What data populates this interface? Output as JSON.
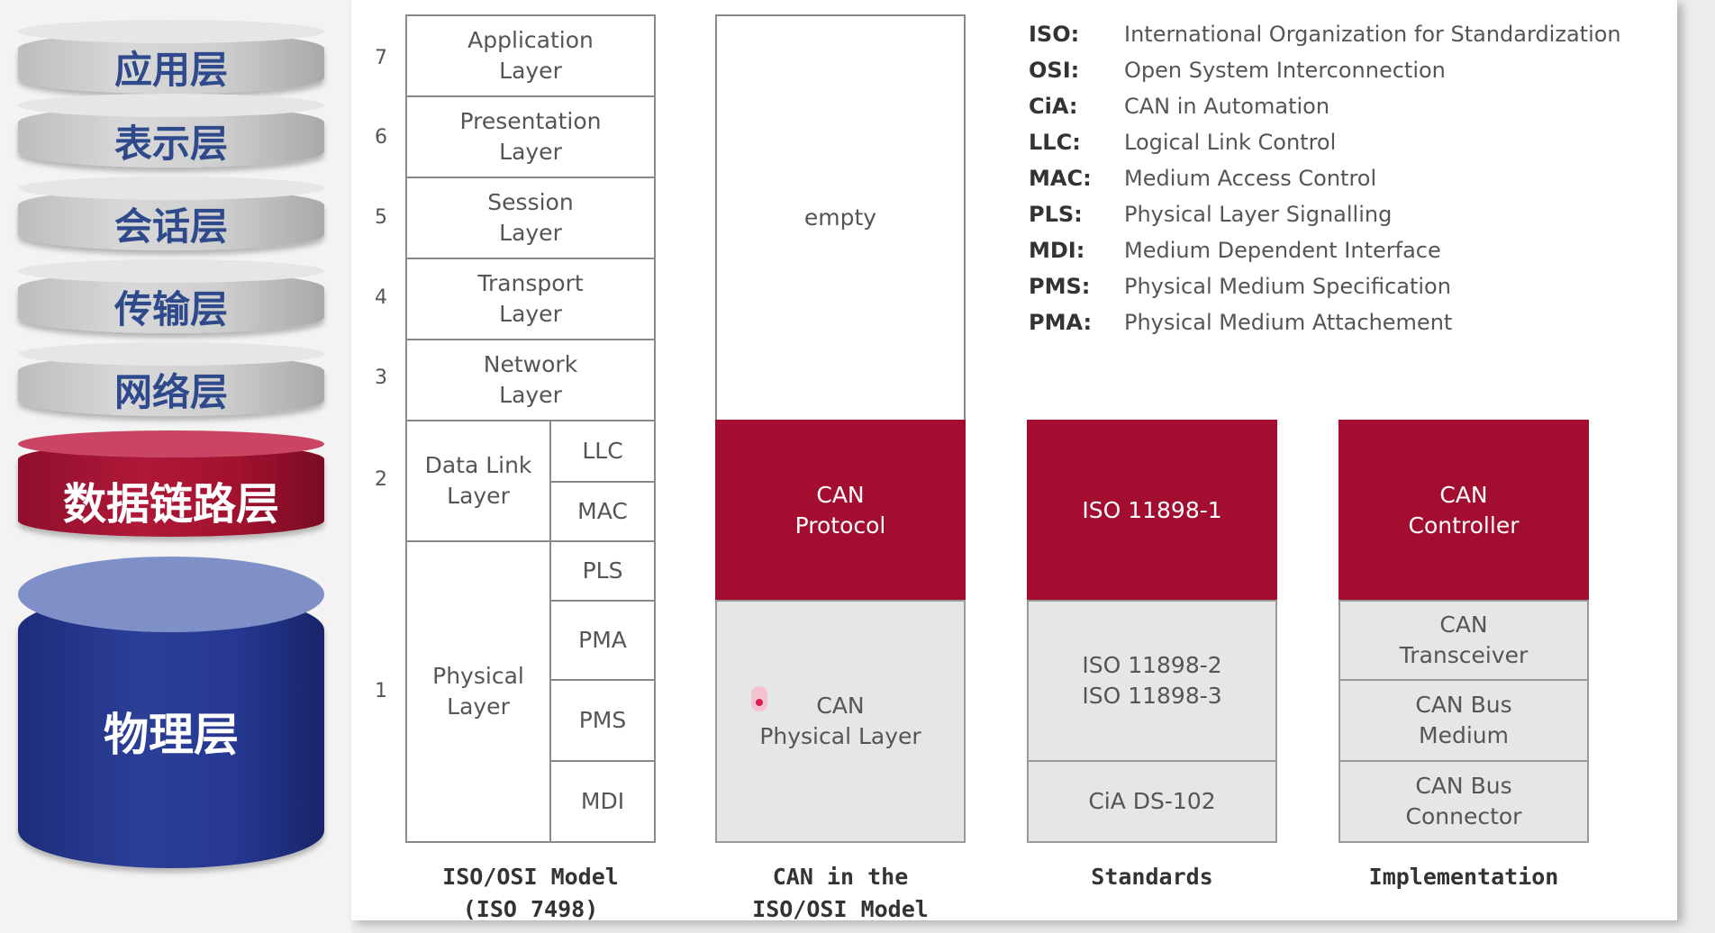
{
  "left_stack": [
    {
      "label": "应用层"
    },
    {
      "label": "表示层"
    },
    {
      "label": "会话层"
    },
    {
      "label": "传输层"
    },
    {
      "label": "网络层"
    },
    {
      "label": "数据链路层",
      "highlight": "#a30d2f"
    },
    {
      "label": "物理层",
      "color": "#2c3f97"
    }
  ],
  "osi": {
    "numbers": [
      "7",
      "6",
      "5",
      "4",
      "3",
      "2",
      "1"
    ],
    "layers": [
      "Application\nLayer",
      "Presentation\nLayer",
      "Session\nLayer",
      "Transport\nLayer",
      "Network\nLayer"
    ],
    "data_link": "Data Link\nLayer",
    "llc": "LLC",
    "mac": "MAC",
    "physical": "Physical\nLayer",
    "pls": "PLS",
    "pma": "PMA",
    "pms": "PMS",
    "mdi": "MDI",
    "caption": "ISO/OSI Model\n(ISO 7498)"
  },
  "can_column": {
    "empty": "empty",
    "protocol": "CAN\nProtocol",
    "physical": "CAN\nPhysical Layer",
    "caption": "CAN in the\nISO/OSI Model"
  },
  "standards": {
    "top": "ISO 11898-1",
    "middle": "ISO 11898-2\nISO 11898-3",
    "bottom": "CiA DS-102",
    "caption": "Standards"
  },
  "implementation": {
    "controller": "CAN\nController",
    "transceiver": "CAN\nTransceiver",
    "bus_medium": "CAN Bus\nMedium",
    "bus_connector": "CAN Bus\nConnector",
    "caption": "Implementation"
  },
  "abbreviations": [
    {
      "key": "ISO:",
      "value": "International Organization for Standardization"
    },
    {
      "key": "OSI:",
      "value": "Open System Interconnection"
    },
    {
      "key": "CiA:",
      "value": "CAN in Automation"
    },
    {
      "key": "LLC:",
      "value": "Logical Link Control"
    },
    {
      "key": "MAC:",
      "value": "Medium Access Control"
    },
    {
      "key": "PLS:",
      "value": "Physical Layer Signalling"
    },
    {
      "key": "MDI:",
      "value": "Medium Dependent Interface"
    },
    {
      "key": "PMS:",
      "value": "Physical Medium Specification"
    },
    {
      "key": "PMA:",
      "value": "Physical Medium Attachement"
    }
  ],
  "colors": {
    "accent_red": "#a30d2f",
    "grey_box": "#e6e6e6",
    "physical_blue": "#2c3f97"
  }
}
